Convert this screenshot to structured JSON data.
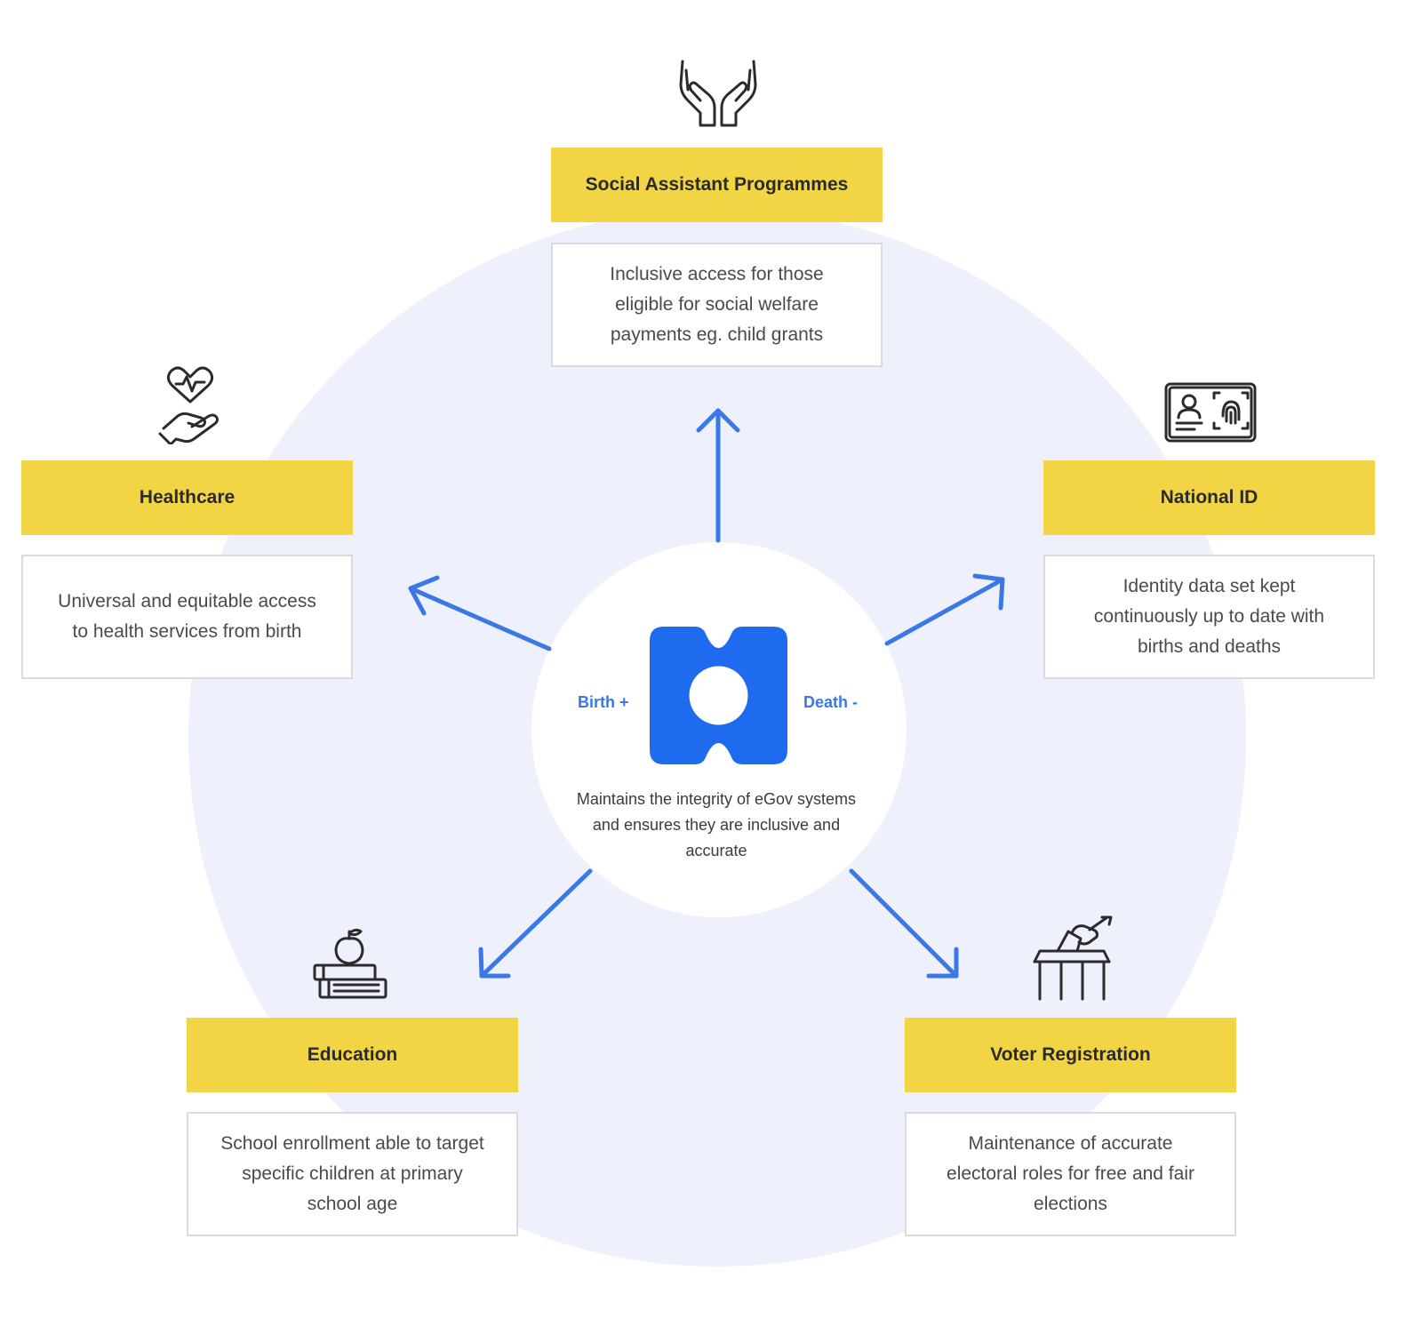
{
  "center": {
    "left_label": "Birth +",
    "right_label": "Death -",
    "description": "Maintains the integrity of eGov systems and ensures they are inclusive and accurate",
    "logo_icon": "egov-hub-logo-icon",
    "accent_color": "#1f6bf0"
  },
  "nodes": {
    "social": {
      "title": "Social Assistant Programmes",
      "description": "Inclusive access for those eligible for social welfare payments eg. child grants",
      "icon": "open-hands-icon"
    },
    "healthcare": {
      "title": "Healthcare",
      "description": "Universal and equitable access to health services from birth",
      "icon": "heart-in-hand-icon"
    },
    "national_id": {
      "title": "National ID",
      "description": "Identity data set kept continuously up to date with births and deaths",
      "icon": "id-card-fingerprint-icon"
    },
    "education": {
      "title": "Education",
      "description": "School enrollment able to target specific children at primary school age",
      "icon": "books-apple-icon"
    },
    "voter": {
      "title": "Voter Registration",
      "description": "Maintenance of accurate electoral roles for free and fair elections",
      "icon": "ballot-box-icon"
    }
  },
  "colors": {
    "title_box": "#f2d544",
    "background_circle": "#eef1fb",
    "arrow": "#3a78e8"
  }
}
